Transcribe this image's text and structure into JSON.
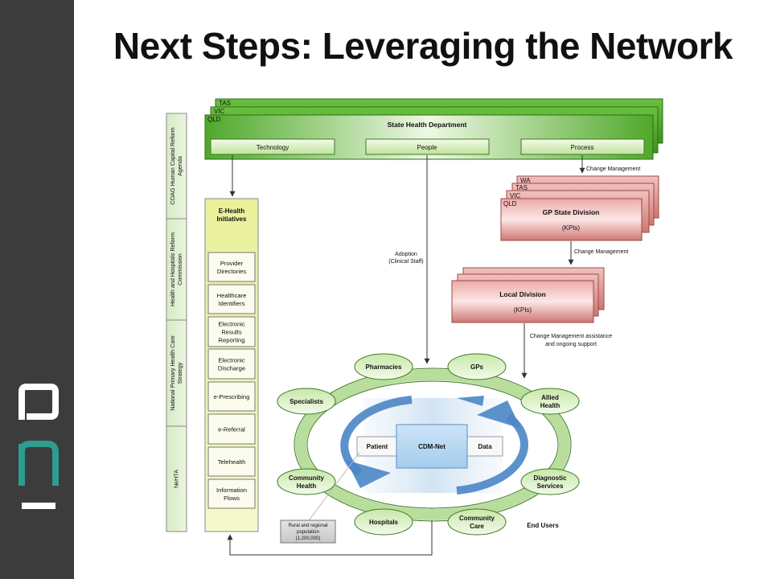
{
  "slide": {
    "title": "Next Steps: Leveraging the Network"
  },
  "logo_text": "phi",
  "colors": {
    "sidebar": "#3c3c3c",
    "logo_teal": "#2e9c8e",
    "green_dark": "#4fa82a",
    "green_light": "#d8efc4",
    "red_box": "#d98080",
    "ehealth_yellow": "#eef3a8",
    "arrow_blue": "#4a86c5"
  },
  "diagram": {
    "policies": [
      "COAG Human Capital Reform Agenda",
      "Health and Hospitals Reform Commission",
      "National Primary Health Care Strategy",
      "NeHTA"
    ],
    "state_health": {
      "stack_labels": [
        "TAS",
        "VIC",
        "QLD"
      ],
      "title": "State Health Department",
      "buttons": [
        "Technology",
        "People",
        "Process"
      ]
    },
    "gp_state": {
      "stack_labels": [
        "WA",
        "TAS",
        "VIC",
        "QLD"
      ],
      "title": "GP State Division",
      "kpis": "(KPIs)"
    },
    "local_division": {
      "title": "Local Division",
      "kpis": "(KPIs)"
    },
    "change_management_1": "Change Management",
    "change_management_2": "Change Management",
    "change_management_support": [
      "Change Management assistance",
      "and ongoing support"
    ],
    "adoption": [
      "Adoption",
      "(Clinical Staff)"
    ],
    "ehealth": {
      "title": [
        "E-Health",
        "Initiatives"
      ],
      "items": [
        [
          "Provider",
          "Directories"
        ],
        [
          "Healthcare",
          "Identifiers"
        ],
        [
          "Electronic",
          "Results",
          "Reporting"
        ],
        [
          "Electronic",
          "Discharge"
        ],
        [
          "e-Prescribing"
        ],
        [
          "e-Referral"
        ],
        [
          "Telehealth"
        ],
        [
          "Information",
          "Flows"
        ]
      ]
    },
    "network": {
      "nodes": [
        [
          "Pharmacies"
        ],
        [
          "GPs"
        ],
        [
          "Specialists"
        ],
        [
          "Allied",
          "Health"
        ],
        [
          "Community",
          "Health"
        ],
        [
          "Diagnostic",
          "Services"
        ],
        [
          "Hospitals"
        ],
        [
          "Community",
          "Care"
        ]
      ],
      "center": "CDM-Net",
      "patient": "Patient",
      "data": "Data",
      "end_users": "End Users",
      "rural": [
        "Rural and regional",
        "population",
        "(1,200,000)"
      ]
    }
  }
}
